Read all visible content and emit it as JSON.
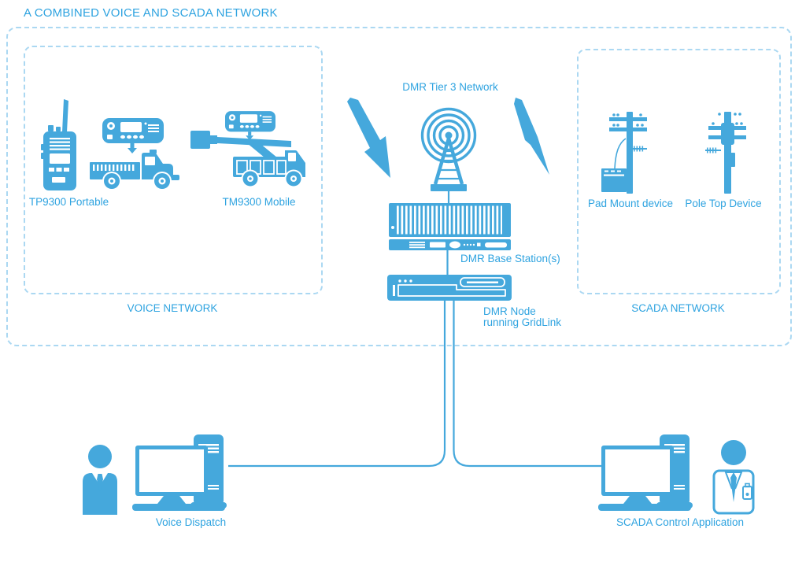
{
  "colors": {
    "primary": "#45A8DC",
    "text": "#2EA3E0",
    "dashed_border": "#ABD8F2",
    "background": "#FFFFFF"
  },
  "title": "A COMBINED VOICE AND SCADA NETWORK",
  "voice_network": {
    "label": "VOICE NETWORK",
    "portable_label": "TP9300 Portable",
    "mobile_label": "TM9300 Mobile"
  },
  "dmr": {
    "network_label": "DMR Tier 3 Network",
    "base_station_label": "DMR Base Station(s)",
    "node_label_line1": "DMR Node",
    "node_label_line2": "running GridLink"
  },
  "scada_network": {
    "label": "SCADA NETWORK",
    "pad_mount_label": "Pad Mount device",
    "pole_top_label": "Pole Top Device"
  },
  "workstations": {
    "voice_dispatch_label": "Voice Dispatch",
    "scada_control_label": "SCADA Control Application"
  },
  "icons": [
    "portable-radio-icon",
    "mobile-radio-icon",
    "service-truck-icon",
    "bucket-truck-icon",
    "lightning-bolt-icon",
    "radio-tower-icon",
    "base-station-rack-icon",
    "server-node-icon",
    "pad-mount-pole-icon",
    "pole-top-pole-icon",
    "operator-icon",
    "engineer-icon",
    "workstation-icon"
  ]
}
